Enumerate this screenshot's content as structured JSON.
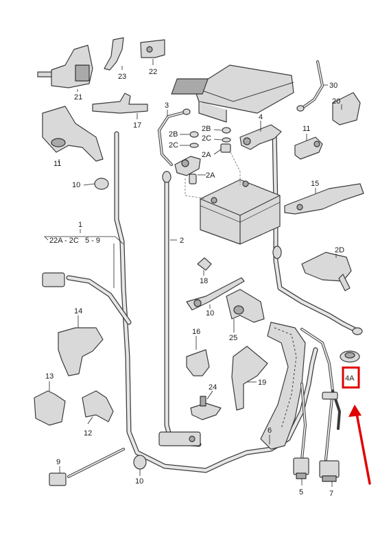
{
  "labels": {
    "p21": "21",
    "p23": "23",
    "p22": "22",
    "p30": "30",
    "p20": "20",
    "p17": "17",
    "p3": "3",
    "p11a": "11",
    "p11b": "11",
    "p10a": "10",
    "p4": "4",
    "p2b_l": "2B",
    "p2c_l": "2C",
    "p2b_r": "2B",
    "p2c_r": "2C",
    "p2a_r": "2A",
    "p2a_b": "2A",
    "p15": "15",
    "p1": "1",
    "p1_range": "22A - 2C   5 - 9",
    "p2": "2",
    "p2d": "2D",
    "p18": "18",
    "p10b": "10",
    "p14": "14",
    "p25": "25",
    "p16": "16",
    "p19": "19",
    "p13": "13",
    "p24": "24",
    "p12": "12",
    "p6": "6",
    "p4a": "4A",
    "p9": "9",
    "p10c": "10",
    "p5": "5",
    "p7": "7"
  },
  "highlight": {
    "label": "4A",
    "color": "#e00000"
  }
}
